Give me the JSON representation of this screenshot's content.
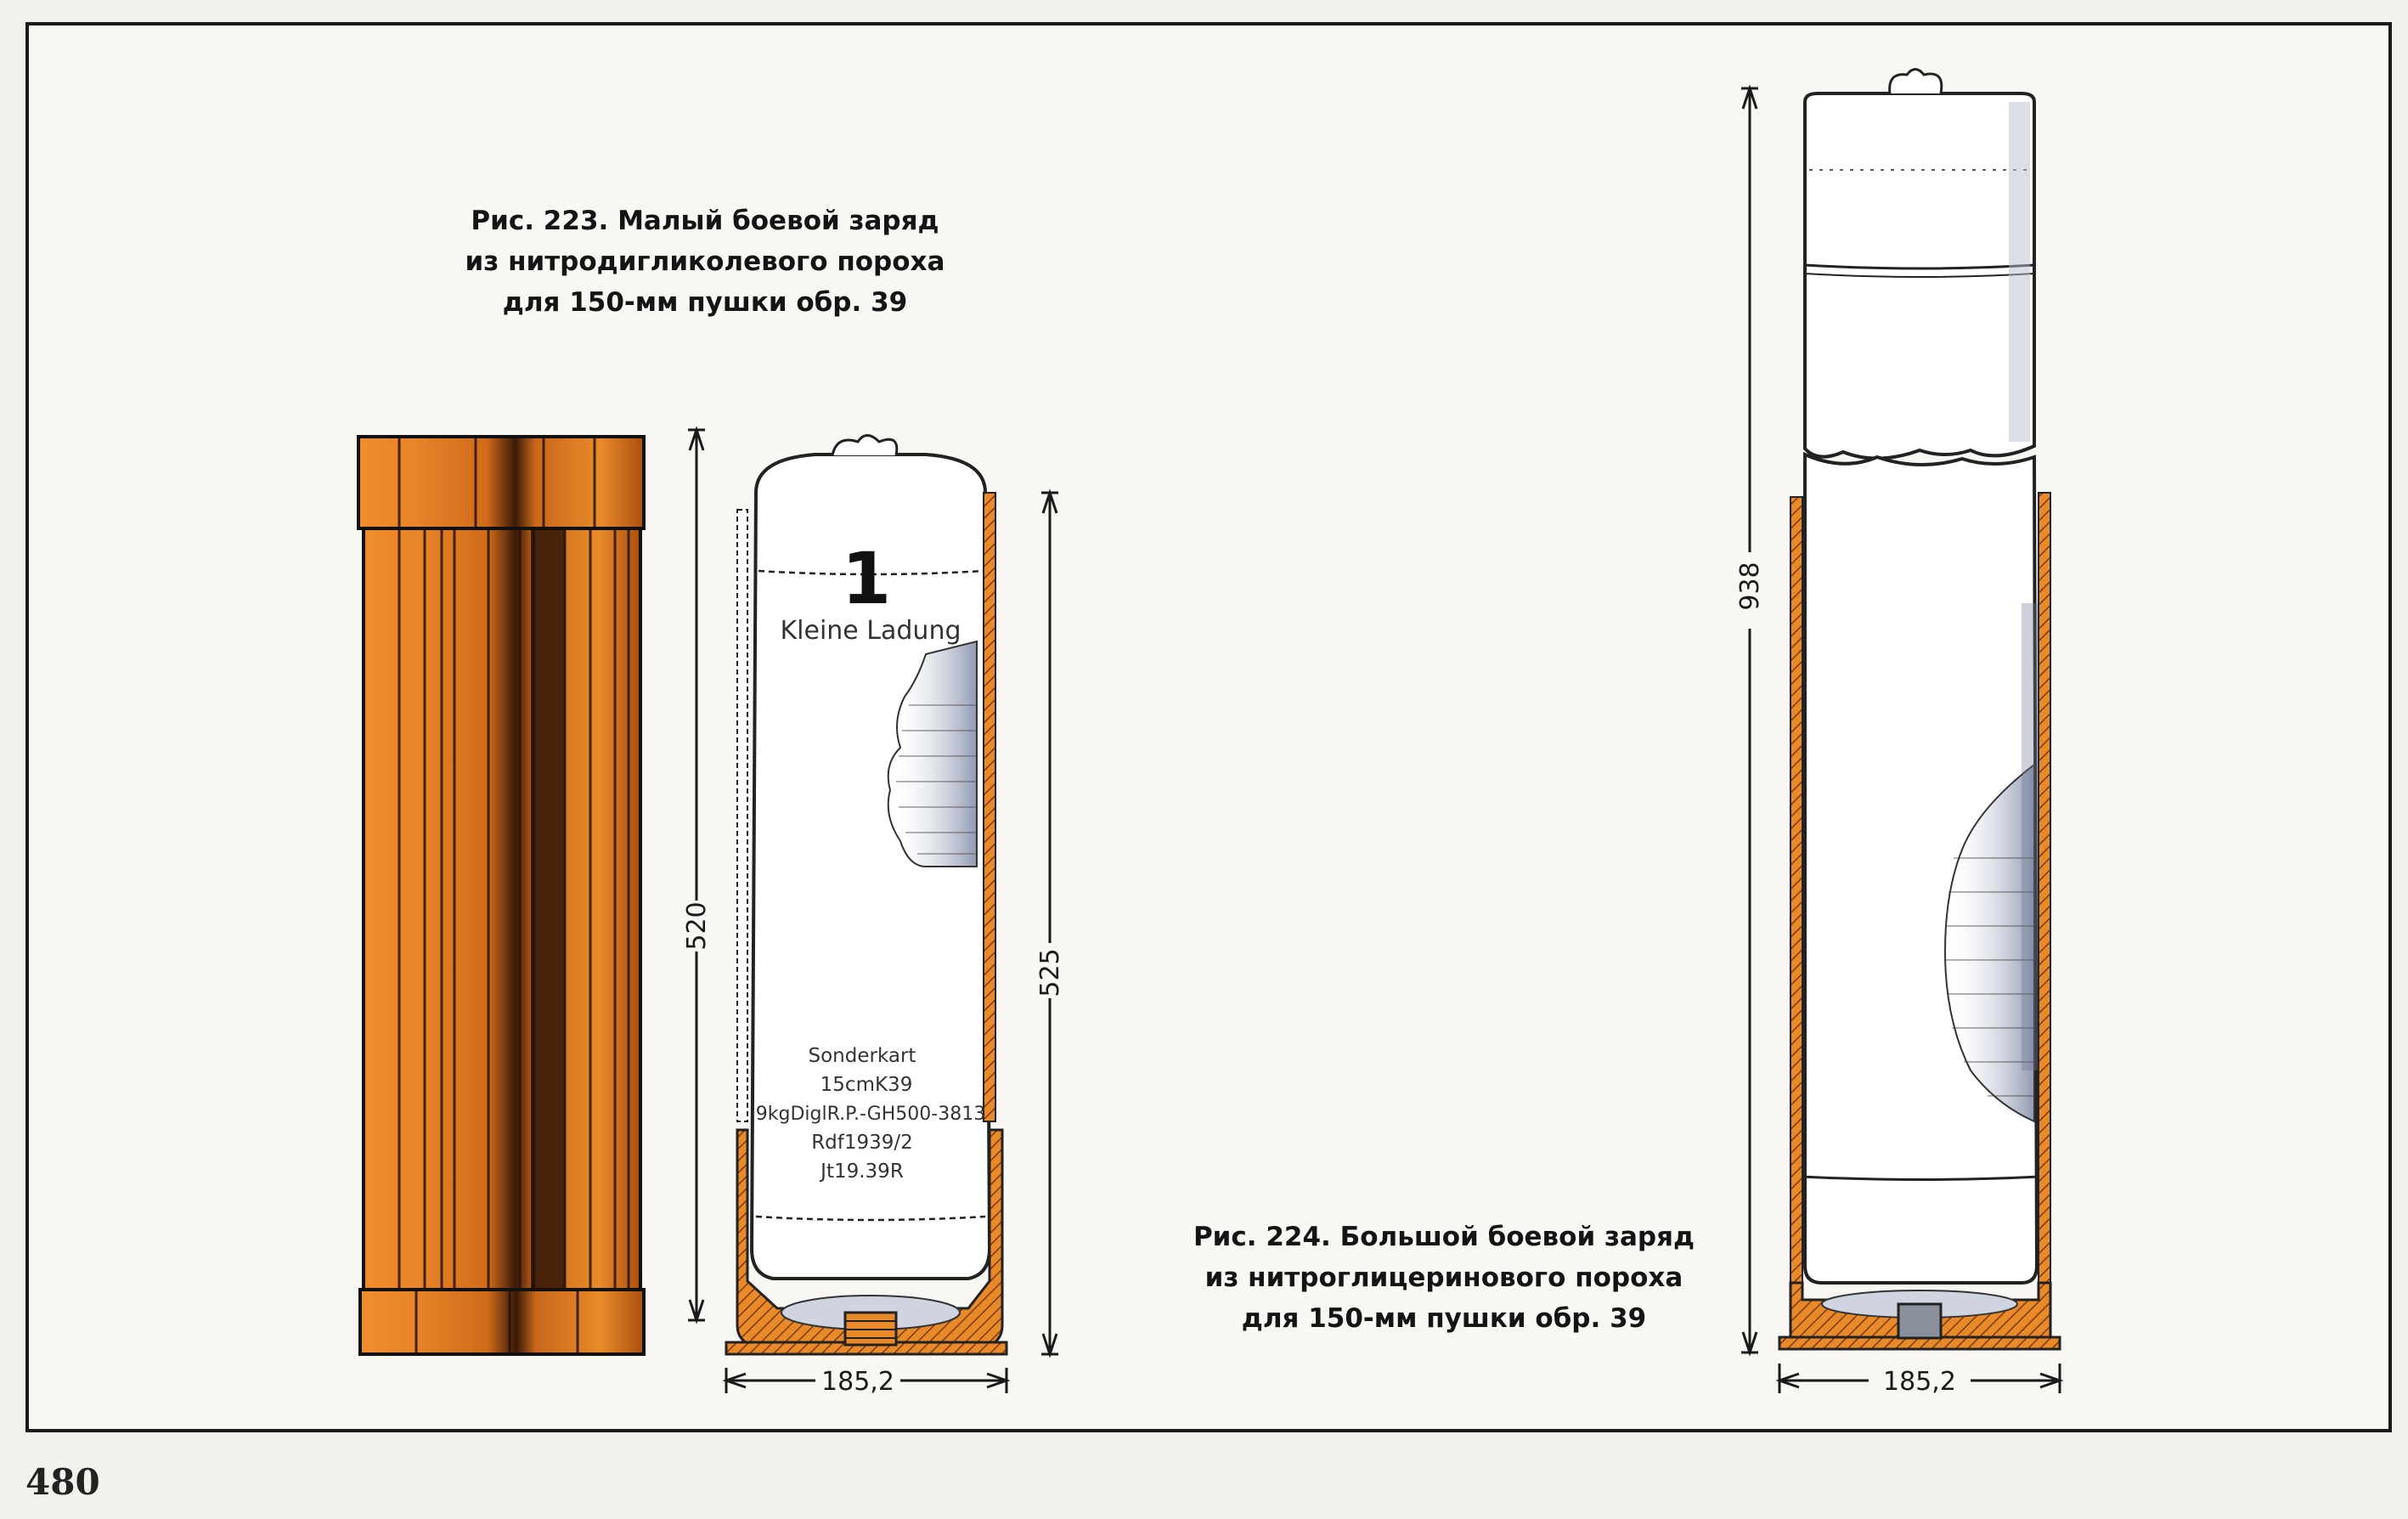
{
  "page_number": "480",
  "figure_223": {
    "caption_lines": [
      "Рис. 223. Малый боевой заряд",
      "из нитродигликолевого пороха",
      "для 150-мм пушки обр. 39"
    ],
    "dim_height_case": "520",
    "dim_height_charge": "525",
    "dim_width": "185,2",
    "marking_number": "1",
    "marking_title": "Kleine Ladung",
    "label_lines": [
      "Sonderkart",
      "15cmK39",
      "9kgDiglR.P.-GH500-3813",
      "Rdf1939/2",
      "Jt19.39R"
    ]
  },
  "figure_224": {
    "caption_lines": [
      "Рис. 224. Большой боевой заряд",
      "из нитроглицеринового пороха",
      "для 150-мм пушки обр. 39"
    ],
    "dim_height": "938",
    "dim_width": "185,2"
  },
  "colors": {
    "orange": "#e98a2a",
    "dark_orange": "#a94f0e",
    "ink": "#1a1a1a",
    "cloth_shadow": "#8f97ad"
  }
}
